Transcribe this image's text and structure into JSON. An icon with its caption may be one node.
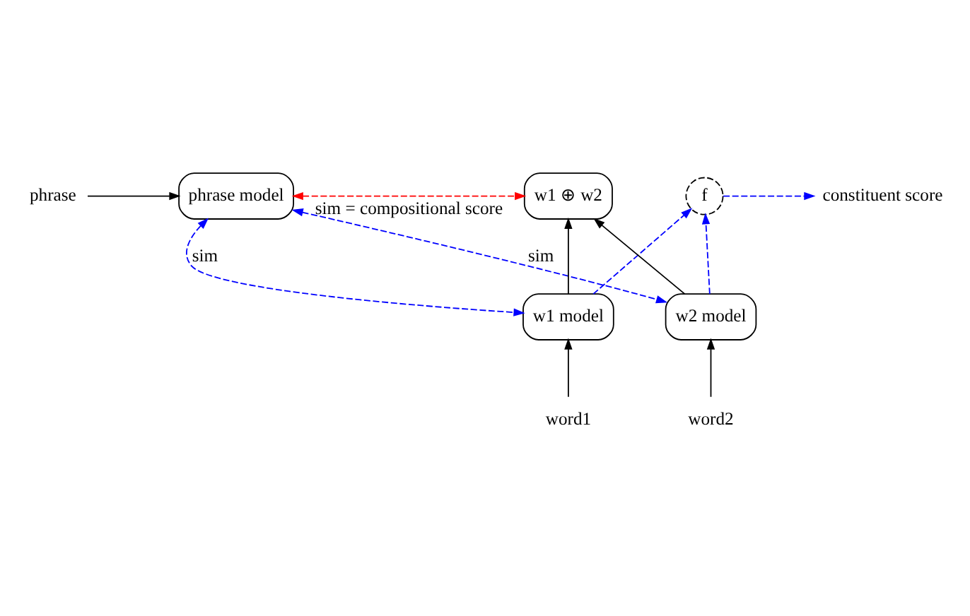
{
  "diagram": {
    "nodes": [
      {
        "text": [
          "phrase"
        ]
      },
      {
        "text": [
          "phrase model"
        ]
      },
      {
        "text": [
          "constituent score"
        ]
      },
      {
        "text": [
          "f"
        ]
      },
      {
        "text": [
          "w1 ⊕ w2"
        ]
      },
      {
        "text": [
          "w1 model"
        ]
      },
      {
        "text": [
          "w2 model"
        ]
      },
      {
        "text": [
          "word1"
        ]
      },
      {
        "text": [
          "word2"
        ]
      }
    ],
    "edges": [
      {
        "from": 0,
        "to": 1,
        "arrow": "to"
      },
      {
        "from": 3,
        "to": 2,
        "arrow": "to",
        "style": "dashed",
        "color": "#0000ff"
      },
      {
        "from": 1,
        "to": 4,
        "arrow": "both",
        "style": "dashed",
        "color": "#ff0000",
        "label": "sim = compositional score"
      },
      {
        "from": 1,
        "to": 5,
        "arrow": "both",
        "style": "dashed",
        "color": "#0000ff",
        "label": "sim"
      },
      {
        "from": 1,
        "to": 6,
        "arrow": "both",
        "style": "dashed",
        "color": "#0000ff",
        "label": "sim"
      },
      {
        "from": 5,
        "to": 3,
        "arrow": "to",
        "style": "dashed",
        "color": "#0000ff"
      },
      {
        "from": 6,
        "to": 3,
        "arrow": "to",
        "style": "dashed",
        "color": "#0000ff"
      },
      {
        "from": 5,
        "to": 4,
        "arrow": "to"
      },
      {
        "from": 6,
        "to": 4,
        "arrow": "to"
      },
      {
        "from": 7,
        "to": 5,
        "arrow": "to"
      },
      {
        "from": 8,
        "to": 6,
        "arrow": "to"
      }
    ]
  }
}
